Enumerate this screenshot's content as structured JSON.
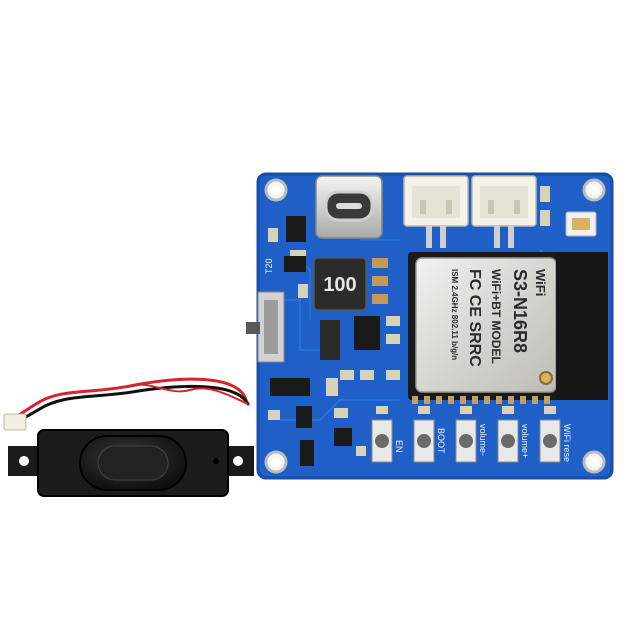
{
  "inductor": {
    "marking": "100"
  },
  "module": {
    "brand": "WiFi",
    "model": "S3-N16R8",
    "line1": "WiFi+BT MODEL",
    "cert": "FC CE SRRC",
    "spec": "ISM 2.4GHz 802.11 b/g/n"
  },
  "buttons": {
    "en": "EN",
    "boot": "BOOT",
    "vol_minus": "volume-",
    "vol_plus": "volume+",
    "wifi_reset": "WiFi rese"
  },
  "silkscreen": {
    "chip_mark": "T20"
  },
  "colors": {
    "pcb": "#1e5fc8",
    "pcb_edge": "#174ea8",
    "speaker": "#1c1c1c",
    "module_shield": "#d9d9d2",
    "wire_red": "#d8232a",
    "wire_black": "#111111"
  }
}
